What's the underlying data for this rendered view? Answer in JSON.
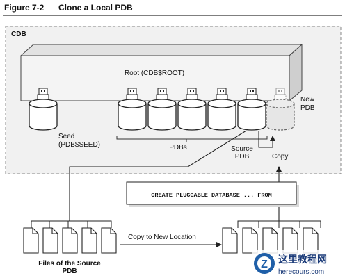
{
  "figure": {
    "number": "Figure 7-2",
    "title": "Clone a Local PDB"
  },
  "cdb": {
    "label": "CDB"
  },
  "root": {
    "label": "Root (CDB$ROOT)"
  },
  "seed": {
    "label_line1": "Seed",
    "label_line2": "(PDB$SEED)"
  },
  "pdbs": {
    "label": "PDBs",
    "count": 5
  },
  "source_pdb": {
    "label_line1": "Source",
    "label_line2": "PDB"
  },
  "new_pdb": {
    "label_line1": "New",
    "label_line2": "PDB"
  },
  "copy_label": "Copy",
  "sql_command": "CREATE PLUGGABLE DATABASE ... FROM",
  "copy_to_new_location": "Copy to New Location",
  "files_source": {
    "label_line1": "Files of the Source",
    "label_line2": "PDB"
  },
  "watermark": {
    "name": "这里教程网",
    "site": "herecours.com",
    "letter": "Z"
  }
}
